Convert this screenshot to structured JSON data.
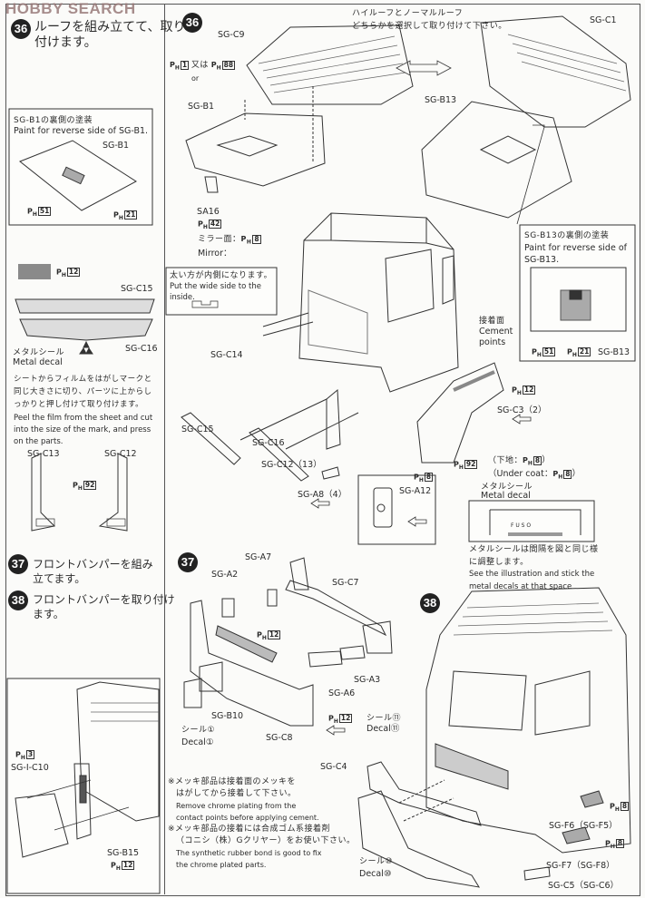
{
  "watermark": "HOBBY SEARCH",
  "steps": {
    "s36": {
      "number": "36",
      "jp_line1": "ルーフを組み立てて、取り",
      "jp_line2": "付けます。"
    },
    "s37": {
      "number": "37",
      "jp_line1": "フロントバンパーを組み",
      "jp_line2": "立てます。"
    },
    "s38": {
      "number": "38",
      "jp_line1": "フロントバンパーを取り付け",
      "jp_line2": "ます。"
    }
  },
  "ph_prefix": "P",
  "ph_sub": "H",
  "left": {
    "b1_box": {
      "title_jp": "SG-B1の裏側の塗装",
      "title_en": "Paint for reverse side of SG-B1.",
      "part": "SG-B1",
      "paint_a": "51",
      "paint_b": "21"
    },
    "swatch_paint": "12",
    "grille_top": "SG-C15",
    "grille_bottom": "SG-C16",
    "metal_decal_jp": "メタルシール",
    "metal_decal_en": "Metal decal",
    "film_jp": [
      "シートからフィルムをはがしマークと",
      "同じ大きさに切り、パーツに上からし",
      "っかりと押し付けて取り付けます。"
    ],
    "film_en": [
      "Peel the film from the sheet and cut",
      "into the size of the mark, and press",
      "on the parts."
    ],
    "sg_c13": "SG-C13",
    "sg_c12": "SG-C12",
    "mirror_paint": "92",
    "inset": {
      "paint_c10": "3",
      "c10": "SG-I-C10",
      "b15": "SG-B15",
      "paint_b15": "12"
    }
  },
  "s36": {
    "sg_c9": "SG-C9",
    "paint_1": "1",
    "or_jp": "又は",
    "or_en": "or",
    "paint_88": "88",
    "sg_b1": "SG-B1",
    "sa16": "SA16",
    "paint_42": "42",
    "mirror_face_jp": "ミラー面：",
    "paint_mirror": "8",
    "mirror_en": "Mirror：",
    "roof_note": [
      "ハイルーフとノーマルルーフ",
      "どちらかを選択して取り付けて下さい。"
    ],
    "sg_c1": "SG-C1",
    "sg_b13": "SG-B13",
    "b13_box": {
      "title_jp": "SG-B13の裏側の塗装",
      "title_en1": "Paint for reverse side of",
      "title_en2": "SG-B13.",
      "paint_a": "51",
      "paint_b": "21",
      "part": "SG-B13"
    },
    "wide_note": [
      "太い方が内側になります。",
      "Put the wide side to the",
      "inside."
    ],
    "sg_c14": "SG-C14",
    "sg_c15": "SG-C15",
    "sg_c16": "SG-C16",
    "sg_c12_13": "SG-C12（13）",
    "sg_a8": "SG-A8（4）",
    "cement_jp": "接着面",
    "cement_en1": "Cement",
    "cement_en2": "points",
    "paint_c3": "12",
    "sg_c3": "SG-C3（2）",
    "paint_step": "92",
    "undercoat_jp": "（下地：",
    "undercoat_en": "（Under coat：",
    "paint_under": "8",
    "close_paren": "）",
    "paint_a12": "8",
    "sg_a12": "SG-A12",
    "decal_jp": "メタルシール",
    "decal_en": "Metal decal",
    "fuso": "F  U  S  O",
    "decal_note": [
      "メタルシールは間隔を図と同じ様",
      "に調整します。",
      "See the illustration and stick the",
      "metal decals at that space"
    ]
  },
  "s37": {
    "sg_a7": "SG-A7",
    "sg_a2": "SG-A2",
    "sg_c7": "SG-C7",
    "paint_bar": "12",
    "sg_a3": "SG-A3",
    "sg_a6": "SG-A6",
    "sg_b10": "SG-B10",
    "paint_lamp": "12",
    "sg_c8": "SG-C8",
    "decal1_jp": "シール①",
    "decal1_en": "Decal①"
  },
  "s38": {
    "decal11_jp": "シール⑪",
    "decal11_en": "Decal⑪",
    "sg_c4": "SG-C4",
    "notes": [
      "※メッキ部品は接着面のメッキを",
      "はがしてから接着して下さい。",
      "Remove chrome plating from the",
      "contact points before applying cement.",
      "※メッキ部品の接着には合成ゴム系接着剤",
      "（コニシ（株）Gクリヤー）をお使い下さい。",
      "The synthetic rubber bond is good to fix",
      "the chrome plated parts."
    ],
    "decal10_jp": "シール⑩",
    "decal10_en": "Decal⑩",
    "paint_f6": "8",
    "sg_f6": "SG-F6（SG-F5）",
    "paint_f7": "8",
    "sg_f7": "SG-F7（SG-F8）",
    "sg_c5": "SG-C5（SG-C6）"
  },
  "colors": {
    "ink": "#2a2a2a",
    "paper": "#fbfbf9",
    "paint_grey": "#8a8a8a"
  }
}
